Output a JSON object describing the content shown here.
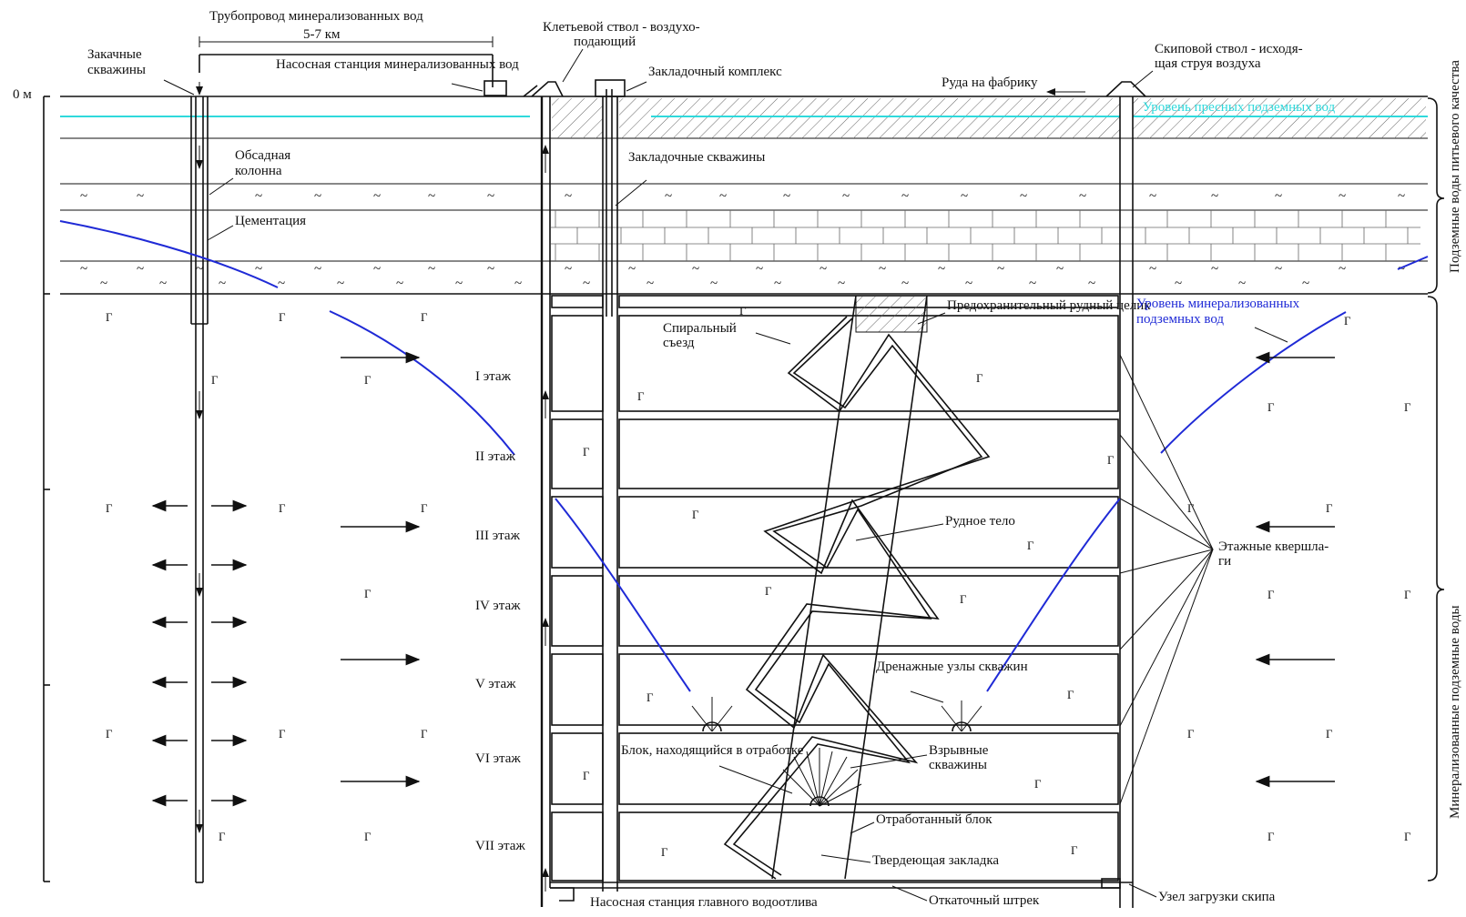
{
  "colors": {
    "mineral_water_level": "#1f2ad6",
    "fresh_water_level": "#2fd9dc",
    "lines": "#111111"
  },
  "depth": {
    "zero_label": "0 м"
  },
  "labels": {
    "pipeline": "Трубопровод минерализованных вод",
    "pipeline_length": "5-7 км",
    "injection_wells_1": "Закачные",
    "injection_wells_2": "скважины",
    "pump_station_mineral": "Насосная станция минерализованных вод",
    "cage_shaft_1": "Клетьевой ствол - воздухо-",
    "cage_shaft_2": "подающий",
    "backfill_complex": "Закладочный комплекс",
    "ore_to_plant": "Руда на фабрику",
    "skip_shaft_1": "Скиповой ствол - исходя-",
    "skip_shaft_2": "щая струя воздуха",
    "fresh_water_level": "Уровень пресных подземных вод",
    "casing_1": "Обсадная",
    "casing_2": "колонна",
    "cementation": "Цементация",
    "backfill_wells": "Закладочные скважины",
    "protective_pillar": "Предохранительный рудный целик",
    "mineral_level_1": "Уровень минерализованных",
    "mineral_level_2": "подземных вод",
    "spiral_ramp_1": "Спиральный",
    "spiral_ramp_2": "съезд",
    "ore_body": "Рудное тело",
    "level_crosscuts_1": "Этажные квершла-",
    "level_crosscuts_2": "ги",
    "drainage_nodes": "Дренажные узлы скважин",
    "block_in_mining": "Блок, находящийся в отработке",
    "blast_holes_1": "Взрывные",
    "blast_holes_2": "скважины",
    "mined_block": "Отработанный блок",
    "hardening_backfill": "Твердеющая закладка",
    "skip_loading": "Узел загрузки скипа",
    "haulage_drift": "Откаточный штрек",
    "main_drainage_pump": "Насосная станция главного водоотлива",
    "side_fresh_1": "Подземные воды питьевого качества",
    "side_mineral_1": "Минерализованные подземные воды"
  },
  "levels": [
    "I этаж",
    "II этаж",
    "III этаж",
    "IV этаж",
    "V этаж",
    "VI этаж",
    "VII этаж"
  ],
  "rock_mark": "Г",
  "wave_mark": "~",
  "icons": [
    "arrow-left-icon",
    "arrow-right-icon",
    "arrow-up-icon",
    "arrow-down-icon"
  ]
}
